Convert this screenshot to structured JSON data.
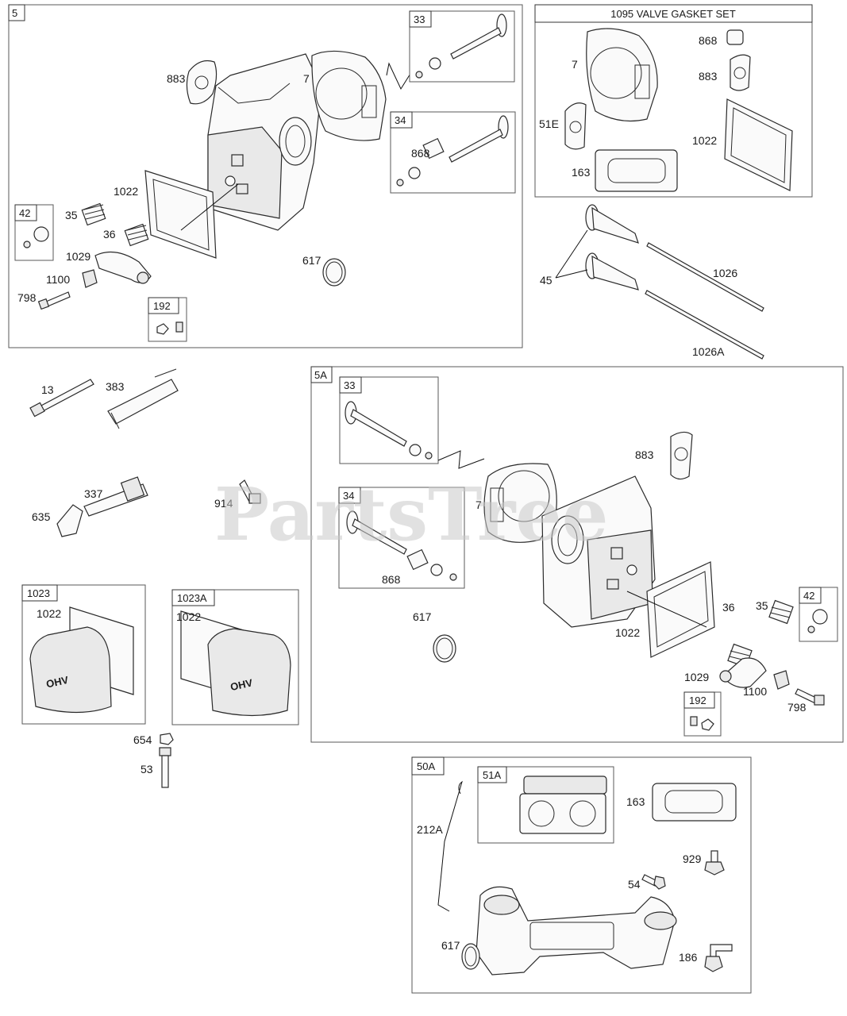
{
  "watermark": "PartsTree",
  "groups": {
    "g5": "5",
    "g1095": "1095 VALVE GASKET SET",
    "g5a": "5A",
    "g50a": "50A",
    "g1023": "1023",
    "g1023a": "1023A"
  },
  "subgroups": {
    "s33_top": "33",
    "s34_top": "34",
    "s42_top": "42",
    "s192_top": "192",
    "s33_5a": "33",
    "s34_5a": "34",
    "s42_5a": "42",
    "s192_5a": "192",
    "s51a": "51A"
  },
  "labels": {
    "p883_5": "883",
    "p7_5": "7",
    "p1022_5": "1022",
    "p35_5": "35",
    "p36_5": "36",
    "p1029_5": "1029",
    "p1100_5": "1100",
    "p798_5": "798",
    "p617_5": "617",
    "p868_5": "868",
    "p7_set": "7",
    "p868_set": "868",
    "p883_set": "883",
    "p51e_set": "51E",
    "p1022_set": "1022",
    "p163_set": "163",
    "p45": "45",
    "p1026": "1026",
    "p1026a": "1026A",
    "p13": "13",
    "p383": "383",
    "p337": "337",
    "p635": "635",
    "p914": "914",
    "p1022_1023": "1022",
    "p1022_1023a": "1022",
    "p654": "654",
    "p53": "53",
    "p883_5a": "883",
    "p7_5a": "7",
    "p868_5a": "868",
    "p617_5a": "617",
    "p1022_5a": "1022",
    "p36_5a": "36",
    "p35_5a": "35",
    "p1029_5a": "1029",
    "p1100_5a": "1100",
    "p798_5a": "798",
    "p212a": "212A",
    "p163_50a": "163",
    "p929": "929",
    "p54": "54",
    "p617_50a": "617",
    "p186": "186"
  },
  "cover_badge": "OHV"
}
